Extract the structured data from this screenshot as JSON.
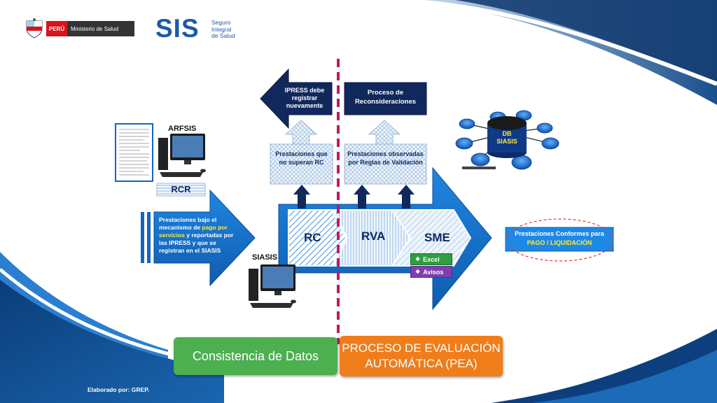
{
  "header": {
    "peru_label": "PERÚ",
    "ministry_label": "Ministerio de Salud",
    "sis_logo_text": "SIS",
    "sis_subtitle_line1": "Seguro",
    "sis_subtitle_line2": "Integral",
    "sis_subtitle_line3": "de Salud"
  },
  "diagram": {
    "arfsis_label": "ARFSIS",
    "rcr_label": "RCR",
    "siasis_label": "SIASIS",
    "input_text_1": "Prestaciones  bajo el mecanismo de ",
    "input_text_highlight": "pago por servicios",
    "input_text_2": " y  reportadas por las IPRESS y que se registran en el SIASIS",
    "ipress_box": "IPRESS debe registrar nuevamente",
    "reconsid_box": "Proceso de Reconsideraciones",
    "no_superan_box": "Prestaciones que no superan RC",
    "observadas_box": "Prestaciones observadas por Reglas de Validación",
    "stage_rc": "RC",
    "stage_rva": "RVA",
    "stage_sme": "SME",
    "excel_label": "Excel",
    "avisos_label": "Avisos",
    "db_label_1": "DB",
    "db_label_2": "SIASIS",
    "output_line1": "Prestaciones Conformes para",
    "output_line2": "PAGO / LIQUIDACIÓN",
    "consistencia_label": "Consistencia de Datos",
    "pea_line1": "PROCESO DE EVALUACIÓN",
    "pea_line2": "AUTOMÁTICA (PEA)"
  },
  "footer": {
    "credit": "Elaborado por: GREP."
  },
  "colors": {
    "dark_navy": "#10285c",
    "blue": "#1565c0",
    "bright_blue": "#1e88e5",
    "green": "#4caf50",
    "orange": "#ef7d1a",
    "purple": "#7e3fb0",
    "excel_green": "#2e9e3e",
    "pink_dash": "#c2185b",
    "stage_text": "#0d2a66",
    "ministry_red": "#d7141a",
    "yellow": "#ffeb3b"
  },
  "icons": [
    "peru-shield-icon",
    "computer-icon",
    "document-form-icon",
    "database-network-icon",
    "up-arrow-icon",
    "left-arrow-icon",
    "diamond-bullet-icon"
  ]
}
